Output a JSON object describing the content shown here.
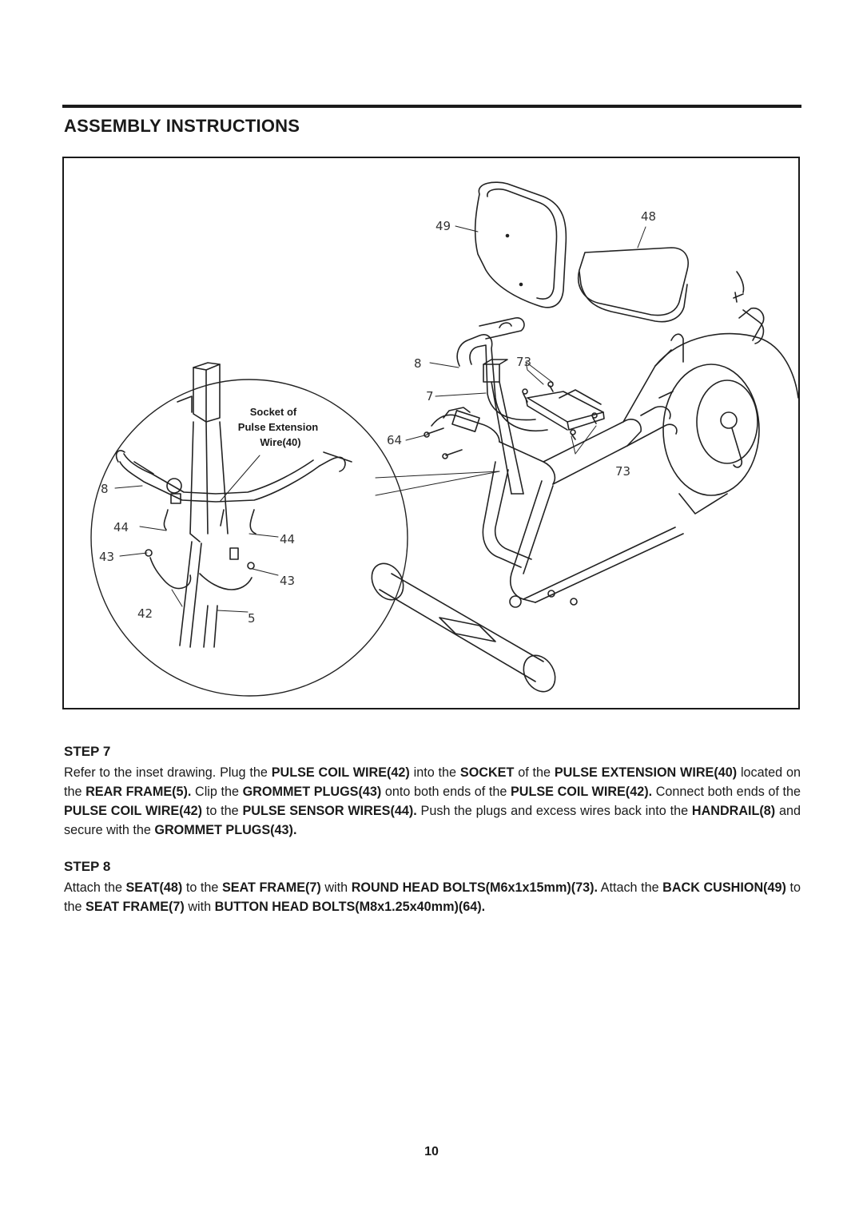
{
  "header": {
    "title": "ASSEMBLY INSTRUCTIONS"
  },
  "figure": {
    "callouts": {
      "c49": "49",
      "c48": "48",
      "c8": "8",
      "c73a": "73",
      "c7": "7",
      "c64": "64",
      "c73b": "73"
    },
    "inset": {
      "socket_label": [
        "Socket of",
        "Pulse Extension",
        "Wire(40)"
      ],
      "callouts": {
        "c8": "8",
        "c44a": "44",
        "c44b": "44",
        "c43a": "43",
        "c43b": "43",
        "c42": "42",
        "c5": "5"
      }
    }
  },
  "step7": {
    "heading": "STEP 7",
    "segments": [
      [
        "Refer to the inset drawing. Plug the ",
        false
      ],
      [
        "PULSE COIL WIRE(42)",
        true
      ],
      [
        " into the ",
        false
      ],
      [
        "SOCKET",
        true
      ],
      [
        " of the ",
        false
      ],
      [
        "PULSE EXTENSION WIRE(40)",
        true
      ],
      [
        " located on the ",
        false
      ],
      [
        "REAR FRAME(5).",
        true
      ],
      [
        " Clip the ",
        false
      ],
      [
        "GROMMET PLUGS(43)",
        true
      ],
      [
        " onto both ends of the ",
        false
      ],
      [
        "PULSE COIL WIRE(42).",
        true
      ],
      [
        " Connect both ends of the ",
        false
      ],
      [
        "PULSE COIL WIRE(42)",
        true
      ],
      [
        " to the ",
        false
      ],
      [
        "PULSE SENSOR WIRES(44).",
        true
      ],
      [
        " Push the plugs and excess wires back into the ",
        false
      ],
      [
        "HANDRAIL(8)",
        true
      ],
      [
        " and secure with the ",
        false
      ],
      [
        "GROMMET PLUGS(43).",
        true
      ]
    ]
  },
  "step8": {
    "heading": "STEP 8",
    "segments": [
      [
        "Attach the ",
        false
      ],
      [
        "SEAT(48)",
        true
      ],
      [
        " to the ",
        false
      ],
      [
        "SEAT FRAME(7)",
        true
      ],
      [
        " with ",
        false
      ],
      [
        "ROUND HEAD BOLTS(M6x1x15mm)(73).",
        true
      ],
      [
        " Attach the ",
        false
      ],
      [
        "BACK CUSHION(49)",
        true
      ],
      [
        " to the ",
        false
      ],
      [
        "SEAT FRAME(7)",
        true
      ],
      [
        " with ",
        false
      ],
      [
        "BUTTON HEAD BOLTS(M8x1.25x40mm)(64).",
        true
      ]
    ]
  },
  "footer": {
    "page_number": "10"
  }
}
